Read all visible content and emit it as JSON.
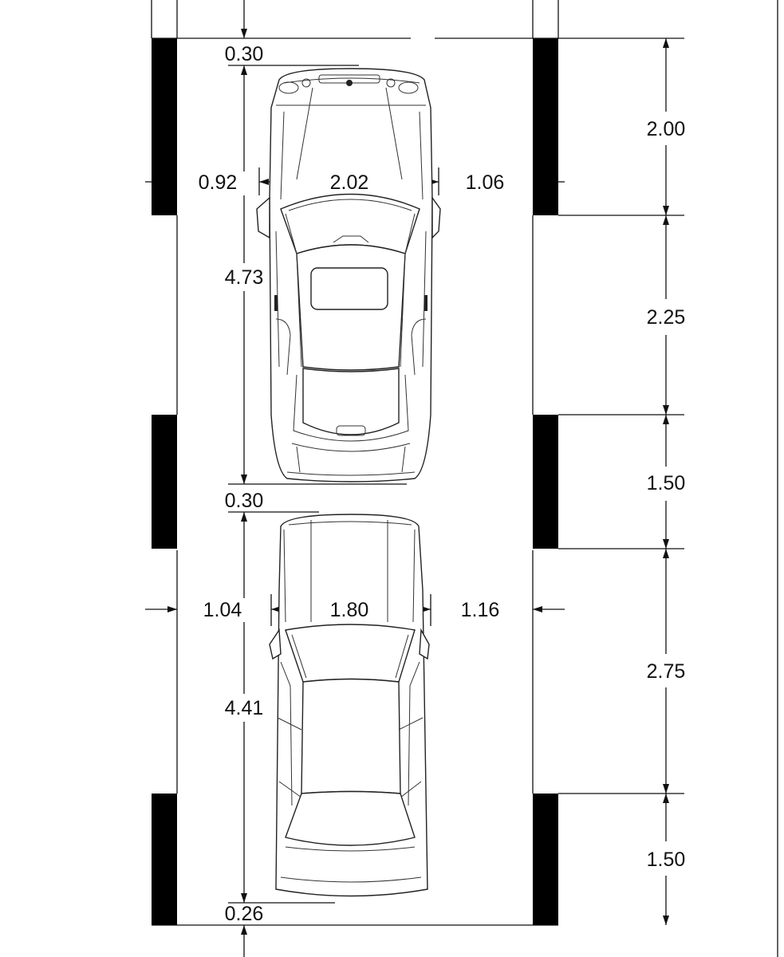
{
  "dimensions": {
    "top_car": {
      "front_clearance": "0.30",
      "left_clearance": "0.92",
      "width": "2.02",
      "right_clearance": "1.06",
      "length": "4.73",
      "rear_clearance": "0.30"
    },
    "bottom_car": {
      "left_clearance": "1.04",
      "width": "1.80",
      "right_clearance": "1.16",
      "length": "4.41",
      "rear_clearance": "0.26"
    },
    "right_column": [
      "2.00",
      "2.25",
      "1.50",
      "2.75",
      "1.50"
    ]
  }
}
